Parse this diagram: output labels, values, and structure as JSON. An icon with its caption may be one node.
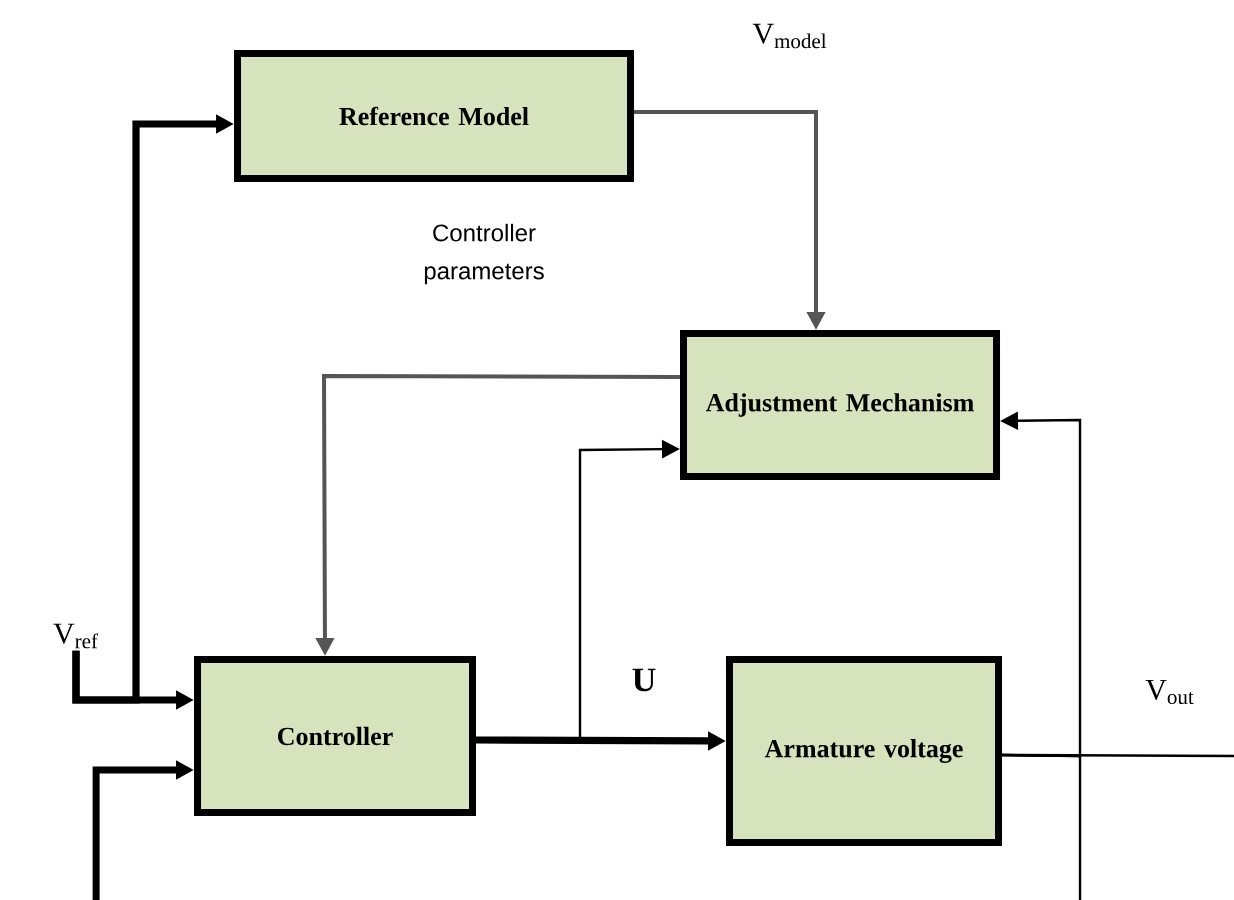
{
  "diagram": {
    "nodes": [
      {
        "text": [
          "Reference Model"
        ]
      },
      {
        "text": [
          "Adjustment Mechanism"
        ]
      },
      {
        "text": [
          "Controller"
        ]
      },
      {
        "text": [
          "Armature voltage"
        ]
      },
      {
        "text": [
          "V$_{ref}$"
        ]
      }
    ],
    "edges": [
      {
        "from": 4,
        "to": 2,
        "arrow": "to",
        "style": "thick"
      },
      {
        "from": 4,
        "to": 0,
        "arrow": "to",
        "style": "thick"
      },
      {
        "from": 0,
        "to": 1,
        "arrow": "to",
        "color": "#555555",
        "label": "V$_{model}$"
      },
      {
        "from": 1,
        "to": 2,
        "arrow": "to",
        "color": "#555555"
      },
      {
        "from": 2,
        "to": 3,
        "arrow": "to",
        "style": "thick",
        "label": "U"
      },
      {
        "from": 2,
        "to": 1,
        "arrow": "to"
      },
      {
        "from": 3,
        "to": 1,
        "arrow": "to"
      },
      {
        "from": 3,
        "to": null,
        "arrow": "none",
        "label": "V$_{out}$"
      },
      {
        "from": 3,
        "to": null,
        "arrow": "none"
      },
      {
        "from": null,
        "to": 2,
        "arrow": "to",
        "style": "thick"
      }
    ],
    "labels": [
      "Controller parameters"
    ]
  }
}
